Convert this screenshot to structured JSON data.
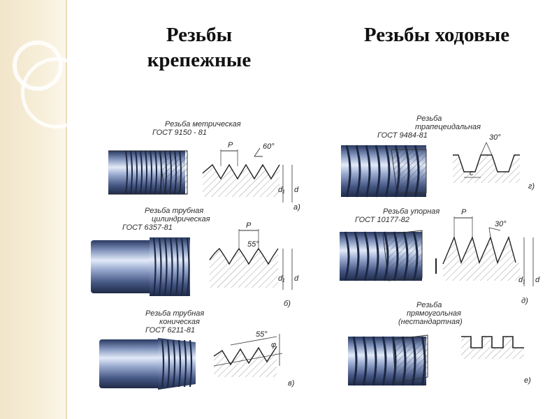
{
  "headings": {
    "left": [
      "Резьбы",
      "крепежные"
    ],
    "right": "Резьбы ходовые"
  },
  "threads": [
    {
      "caption": [
        "Резьба метрическая",
        "ГОСТ 9150 - 81"
      ],
      "pitch": "P",
      "angle": "60°",
      "diam1": "d₁",
      "diam": "d",
      "letter": "а)"
    },
    {
      "caption": [
        "Резьба трубная",
        "цилиндрическая",
        "ГОСТ 6357-81"
      ],
      "pitch": "P",
      "angle": "55°",
      "diam1": "d₁",
      "diam": "d",
      "letter": "б)"
    },
    {
      "caption": [
        "Резьба трубная",
        "коническая",
        "ГОСТ 6211-81"
      ],
      "angle": "55°",
      "phi": "φ",
      "letter": "в)"
    },
    {
      "caption": [
        "Резьба",
        "трапецеидальная",
        "ГОСТ 9484-81"
      ],
      "angle": "30°",
      "label_c": "c",
      "letter": "г)"
    },
    {
      "caption": [
        "Резьба упорная",
        "ГОСТ 10177-82"
      ],
      "pitch": "P",
      "angle": "30°",
      "diam1": "d₁",
      "diam": "d",
      "letter": "д)"
    },
    {
      "caption": [
        "Резьба",
        "прямоугольная",
        "(нестандартная)"
      ],
      "letter": "е)"
    }
  ],
  "colors": {
    "steel_dark": "#26355a",
    "steel_mid": "#6f82aa",
    "steel_light": "#d6e0f2",
    "sidebar": "#f5ead2"
  }
}
